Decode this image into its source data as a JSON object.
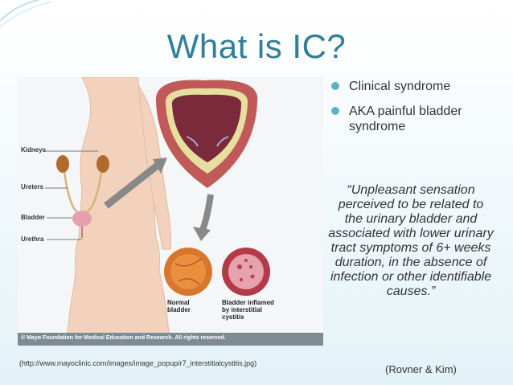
{
  "slide": {
    "title": "What is IC?",
    "bullets": [
      {
        "text": "Clinical syndrome"
      },
      {
        "text": "AKA painful bladder syndrome"
      }
    ],
    "quote": "“Unpleasant sensation perceived to be related to the urinary bladder and associated with lower urinary tract symptoms of 6+ weeks duration, in the absence of infection or other identifiable causes.”",
    "citation": "(Rovner & Kim)",
    "source_url": "(http://www.mayoclinic.com/images/image_popup/r7_interstitialcystitis.jpg)"
  },
  "illustration": {
    "labels": {
      "kidneys": "Kidneys",
      "ureters": "Ureters",
      "bladder": "Bladder",
      "urethra": "Urethra"
    },
    "captions": {
      "normal": "Normal bladder",
      "inflamed": "Bladder inflamed by interstitial cystitis"
    },
    "copyright": "© Mayo Foundation for Medical Education and Research. All rights reserved."
  },
  "colors": {
    "title": "#2e7f97",
    "bullet_dot": "#5fb1c7",
    "skin": "#f3d2bd",
    "bladder_wall": "#c05a58",
    "bladder_inner": "#7a2a3a"
  }
}
